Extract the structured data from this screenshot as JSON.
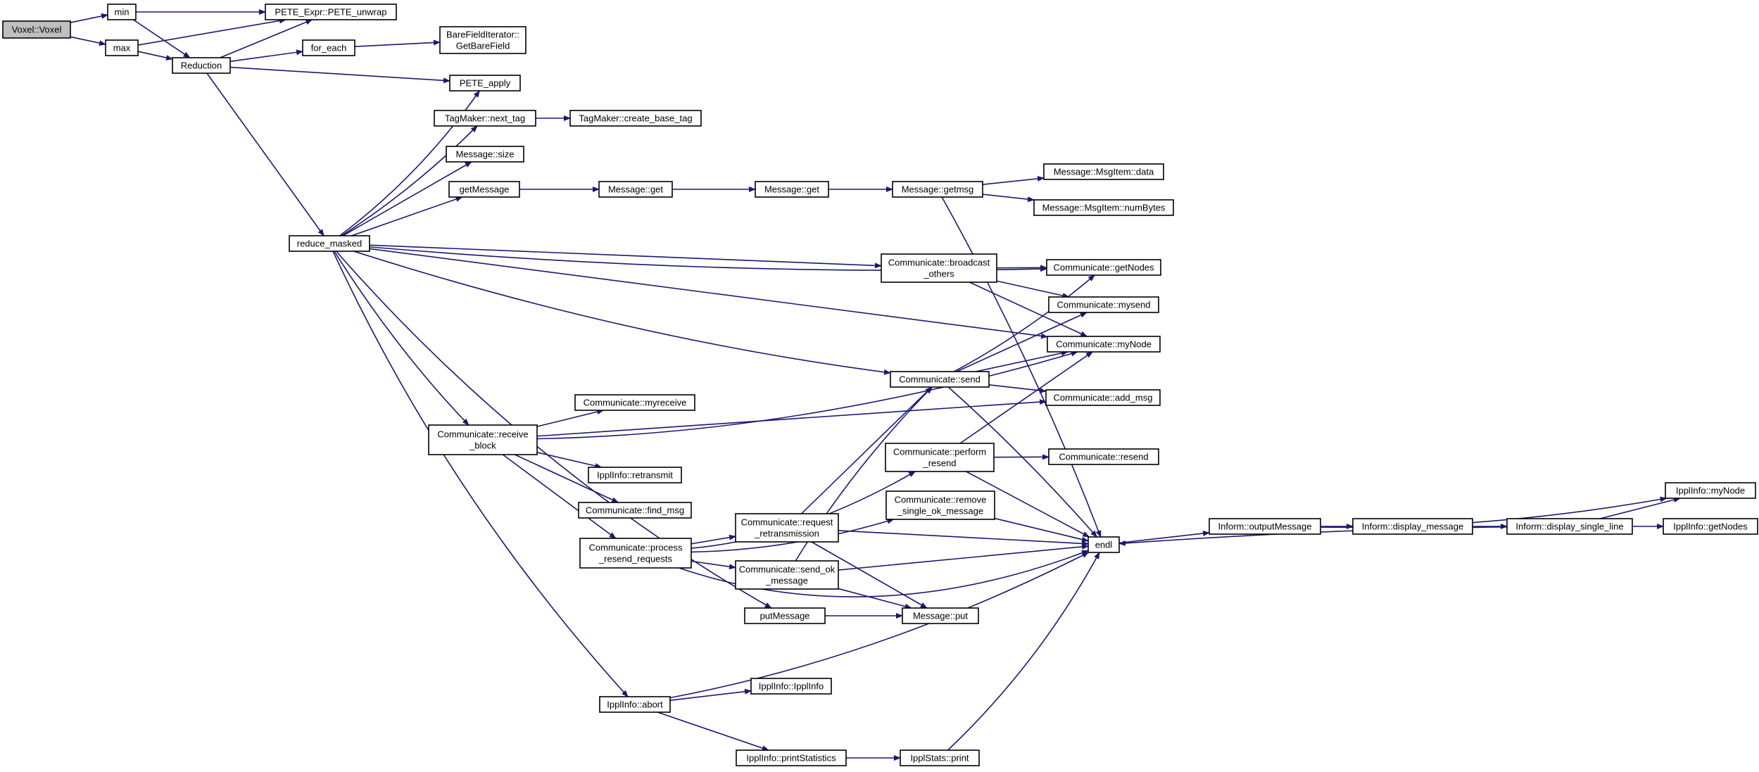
{
  "graph": {
    "title": "",
    "nodes": [
      {
        "id": "voxel",
        "lines": [
          "Voxel::Voxel"
        ],
        "root": true
      },
      {
        "id": "min",
        "lines": [
          "min"
        ]
      },
      {
        "id": "max",
        "lines": [
          "max"
        ]
      },
      {
        "id": "pete_unwrap",
        "lines": [
          "PETE_Expr::PETE_unwrap"
        ]
      },
      {
        "id": "reduction",
        "lines": [
          "Reduction"
        ]
      },
      {
        "id": "for_each",
        "lines": [
          "for_each"
        ]
      },
      {
        "id": "getbarefield",
        "lines": [
          "BareFieldIterator::",
          "GetBareField"
        ]
      },
      {
        "id": "pete_apply",
        "lines": [
          "PETE_apply"
        ]
      },
      {
        "id": "next_tag",
        "lines": [
          "TagMaker::next_tag"
        ]
      },
      {
        "id": "create_base_tag",
        "lines": [
          "TagMaker::create_base_tag"
        ]
      },
      {
        "id": "msg_size",
        "lines": [
          "Message::size"
        ]
      },
      {
        "id": "getmessage",
        "lines": [
          "getMessage"
        ]
      },
      {
        "id": "msg_get1",
        "lines": [
          "Message::get"
        ]
      },
      {
        "id": "msg_get2",
        "lines": [
          "Message::get"
        ]
      },
      {
        "id": "msg_getmsg",
        "lines": [
          "Message::getmsg"
        ]
      },
      {
        "id": "msgitem_data",
        "lines": [
          "Message::MsgItem::data"
        ]
      },
      {
        "id": "msgitem_numbytes",
        "lines": [
          "Message::MsgItem::numBytes"
        ]
      },
      {
        "id": "reduce_masked",
        "lines": [
          "reduce_masked"
        ]
      },
      {
        "id": "broadcast_others",
        "lines": [
          "Communicate::broadcast",
          "_others"
        ]
      },
      {
        "id": "getnodes",
        "lines": [
          "Communicate::getNodes"
        ]
      },
      {
        "id": "mysend",
        "lines": [
          "Communicate::mysend"
        ]
      },
      {
        "id": "comm_mynode",
        "lines": [
          "Communicate::myNode"
        ]
      },
      {
        "id": "comm_send",
        "lines": [
          "Communicate::send"
        ]
      },
      {
        "id": "add_msg",
        "lines": [
          "Communicate::add_msg"
        ]
      },
      {
        "id": "myreceive",
        "lines": [
          "Communicate::myreceive"
        ]
      },
      {
        "id": "receive_block",
        "lines": [
          "Communicate::receive",
          "_block"
        ]
      },
      {
        "id": "perform_resend",
        "lines": [
          "Communicate::perform",
          "_resend"
        ]
      },
      {
        "id": "comm_resend",
        "lines": [
          "Communicate::resend"
        ]
      },
      {
        "id": "retransmit",
        "lines": [
          "IpplInfo::retransmit"
        ]
      },
      {
        "id": "remove_single",
        "lines": [
          "Communicate::remove",
          "_single_ok_message"
        ]
      },
      {
        "id": "find_msg",
        "lines": [
          "Communicate::find_msg"
        ]
      },
      {
        "id": "request_retrans",
        "lines": [
          "Communicate::request",
          "_retransmission"
        ]
      },
      {
        "id": "process_resend",
        "lines": [
          "Communicate::process",
          "_resend_requests"
        ]
      },
      {
        "id": "endl",
        "lines": [
          "endl"
        ]
      },
      {
        "id": "output_message",
        "lines": [
          "Inform::outputMessage"
        ]
      },
      {
        "id": "display_message",
        "lines": [
          "Inform::display_message"
        ]
      },
      {
        "id": "display_single_line",
        "lines": [
          "Inform::display_single_line"
        ]
      },
      {
        "id": "ippl_mynode",
        "lines": [
          "IpplInfo::myNode"
        ]
      },
      {
        "id": "ippl_getnodes",
        "lines": [
          "IpplInfo::getNodes"
        ]
      },
      {
        "id": "send_ok",
        "lines": [
          "Communicate::send_ok",
          "_message"
        ]
      },
      {
        "id": "putmessage",
        "lines": [
          "putMessage"
        ]
      },
      {
        "id": "msg_put",
        "lines": [
          "Message::put"
        ]
      },
      {
        "id": "ippl_abort",
        "lines": [
          "IpplInfo::abort"
        ]
      },
      {
        "id": "ippl_ctor",
        "lines": [
          "IpplInfo::IpplInfo"
        ]
      },
      {
        "id": "print_statistics",
        "lines": [
          "IpplInfo::printStatistics"
        ]
      },
      {
        "id": "stats_print",
        "lines": [
          "IpplStats::print"
        ]
      }
    ],
    "edges": [
      [
        "voxel",
        "min"
      ],
      [
        "voxel",
        "max"
      ],
      [
        "min",
        "pete_unwrap"
      ],
      [
        "min",
        "reduction"
      ],
      [
        "max",
        "pete_unwrap"
      ],
      [
        "max",
        "reduction"
      ],
      [
        "reduction",
        "pete_unwrap"
      ],
      [
        "reduction",
        "for_each"
      ],
      [
        "reduction",
        "pete_apply"
      ],
      [
        "reduction",
        "reduce_masked"
      ],
      [
        "for_each",
        "getbarefield"
      ],
      [
        "next_tag",
        "create_base_tag"
      ],
      [
        "getmessage",
        "msg_get1"
      ],
      [
        "msg_get1",
        "msg_get2"
      ],
      [
        "msg_get2",
        "msg_getmsg"
      ],
      [
        "msg_getmsg",
        "msgitem_data"
      ],
      [
        "msg_getmsg",
        "msgitem_numbytes"
      ],
      [
        "msg_getmsg",
        "endl"
      ],
      [
        "reduce_masked",
        "pete_apply"
      ],
      [
        "reduce_masked",
        "next_tag"
      ],
      [
        "reduce_masked",
        "msg_size"
      ],
      [
        "reduce_masked",
        "getmessage"
      ],
      [
        "reduce_masked",
        "getnodes"
      ],
      [
        "reduce_masked",
        "broadcast_others"
      ],
      [
        "reduce_masked",
        "comm_mynode"
      ],
      [
        "reduce_masked",
        "comm_send"
      ],
      [
        "reduce_masked",
        "receive_block"
      ],
      [
        "reduce_masked",
        "putmessage"
      ],
      [
        "reduce_masked",
        "ippl_abort"
      ],
      [
        "broadcast_others",
        "getnodes"
      ],
      [
        "broadcast_others",
        "mysend"
      ],
      [
        "broadcast_others",
        "comm_mynode"
      ],
      [
        "comm_send",
        "getnodes"
      ],
      [
        "comm_send",
        "mysend"
      ],
      [
        "comm_send",
        "comm_mynode"
      ],
      [
        "comm_send",
        "add_msg"
      ],
      [
        "comm_send",
        "endl"
      ],
      [
        "receive_block",
        "comm_mynode"
      ],
      [
        "receive_block",
        "myreceive"
      ],
      [
        "receive_block",
        "add_msg"
      ],
      [
        "receive_block",
        "retransmit"
      ],
      [
        "receive_block",
        "find_msg"
      ],
      [
        "receive_block",
        "process_resend"
      ],
      [
        "process_resend",
        "perform_resend"
      ],
      [
        "process_resend",
        "remove_single"
      ],
      [
        "process_resend",
        "request_retrans"
      ],
      [
        "process_resend",
        "send_ok"
      ],
      [
        "process_resend",
        "endl"
      ],
      [
        "perform_resend",
        "comm_mynode"
      ],
      [
        "perform_resend",
        "comm_resend"
      ],
      [
        "perform_resend",
        "endl"
      ],
      [
        "remove_single",
        "endl"
      ],
      [
        "request_retrans",
        "comm_send"
      ],
      [
        "request_retrans",
        "endl"
      ],
      [
        "request_retrans",
        "msg_put"
      ],
      [
        "send_ok",
        "comm_send"
      ],
      [
        "send_ok",
        "endl"
      ],
      [
        "send_ok",
        "msg_put"
      ],
      [
        "putmessage",
        "msg_put"
      ],
      [
        "endl",
        "output_message"
      ],
      [
        "output_message",
        "ippl_mynode"
      ],
      [
        "output_message",
        "display_message"
      ],
      [
        "display_message",
        "display_single_line"
      ],
      [
        "display_single_line",
        "endl"
      ],
      [
        "display_single_line",
        "ippl_mynode"
      ],
      [
        "display_single_line",
        "ippl_getnodes"
      ],
      [
        "ippl_abort",
        "ippl_ctor"
      ],
      [
        "ippl_abort",
        "endl"
      ],
      [
        "ippl_abort",
        "print_statistics"
      ],
      [
        "print_statistics",
        "stats_print"
      ],
      [
        "stats_print",
        "endl"
      ]
    ]
  },
  "colors": {
    "edge": "#191970",
    "node_fill": "#ffffff",
    "root_fill": "#bfbfbf",
    "node_border": "#000000"
  }
}
